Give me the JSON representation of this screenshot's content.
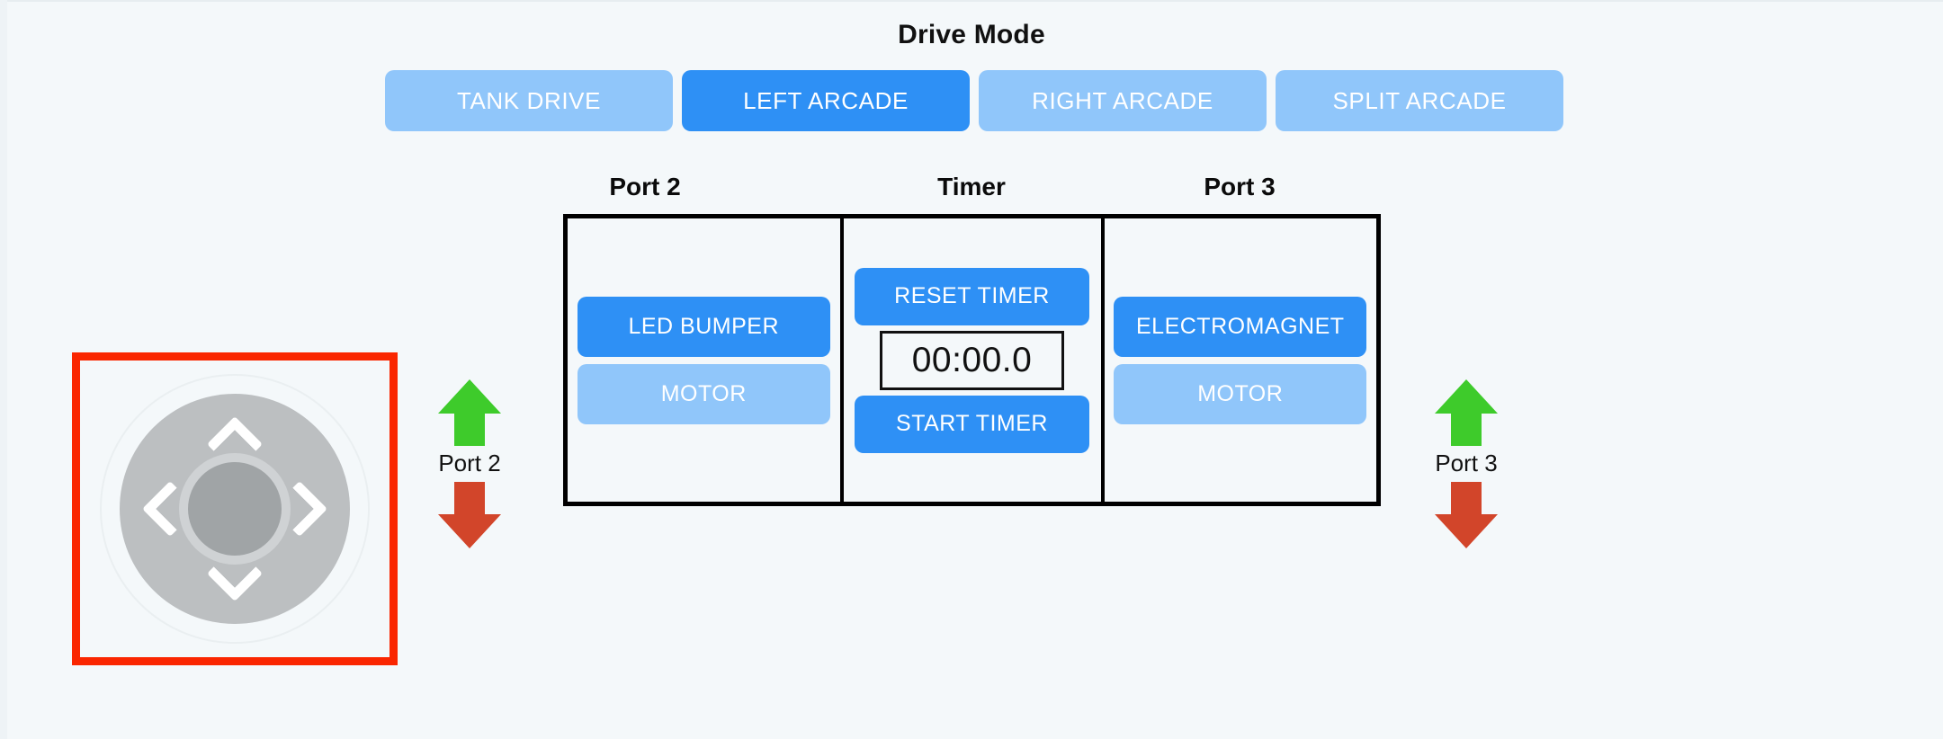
{
  "header": {
    "title": "Drive Mode"
  },
  "drive_modes": {
    "selected": "LEFT ARCADE",
    "options": [
      {
        "label": "TANK DRIVE",
        "active": false
      },
      {
        "label": "LEFT ARCADE",
        "active": true
      },
      {
        "label": "RIGHT ARCADE",
        "active": false
      },
      {
        "label": "SPLIT ARCADE",
        "active": false
      }
    ]
  },
  "panel": {
    "port2": {
      "label": "Port 2",
      "buttons": [
        {
          "label": "LED BUMPER",
          "state": "on"
        },
        {
          "label": "MOTOR",
          "state": "off"
        }
      ]
    },
    "timer": {
      "label": "Timer",
      "reset_label": "RESET TIMER",
      "display": "00:00.0",
      "start_label": "START TIMER"
    },
    "port3": {
      "label": "Port 3",
      "buttons": [
        {
          "label": "ELECTROMAGNET",
          "state": "on"
        },
        {
          "label": "MOTOR",
          "state": "off"
        }
      ]
    }
  },
  "dpad": {
    "name": "direction-pad",
    "up_icon": "chevron-up-icon",
    "down_icon": "chevron-down-icon",
    "left_icon": "chevron-left-icon",
    "right_icon": "chevron-right-icon",
    "highlight_color": "#fa2600"
  },
  "indicators": [
    {
      "id": "port2",
      "label": "Port 2",
      "up_icon": "arrow-up-icon",
      "down_icon": "arrow-down-icon"
    },
    {
      "id": "port3",
      "label": "Port 3",
      "up_icon": "arrow-up-icon",
      "down_icon": "arrow-down-icon"
    }
  ],
  "colors": {
    "background": "#f4f8fa",
    "accent_active": "#2e90f5",
    "accent_inactive": "#90c6fa",
    "arrow_up": "#3ecb2b",
    "arrow_down": "#d2452a",
    "border": "#000000",
    "highlight": "#fa2600"
  }
}
